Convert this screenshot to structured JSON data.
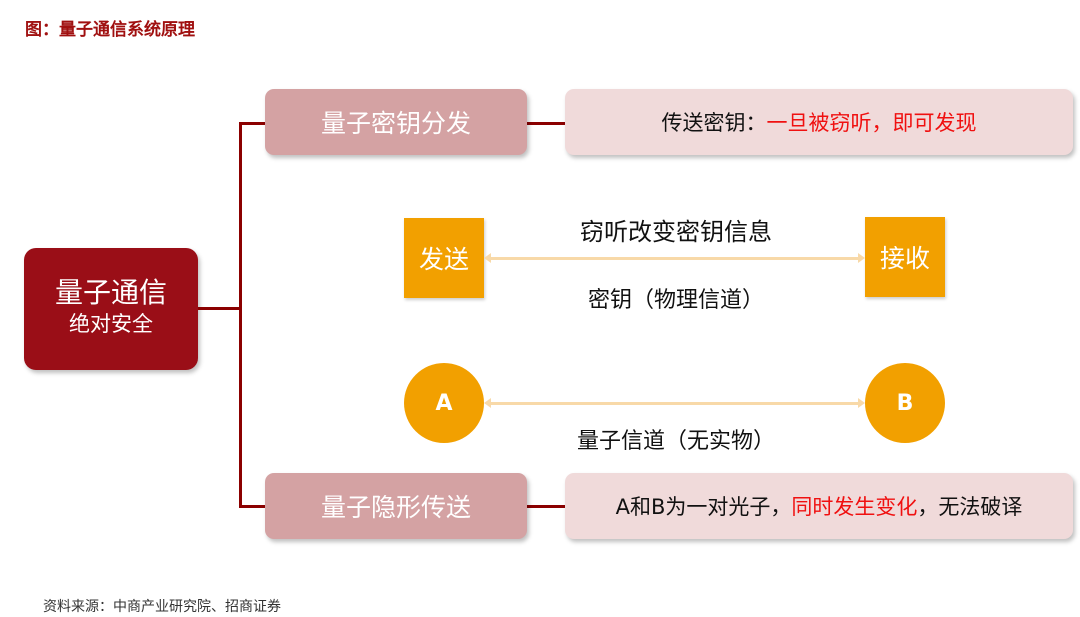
{
  "title": "图：量子通信系统原理",
  "root": {
    "main": "量子通信",
    "sub": "绝对安全"
  },
  "branches": [
    {
      "label": "量子密钥分发",
      "desc_prefix": "传送密钥：",
      "desc_highlight": "一旦被窃听，即可发现",
      "desc_suffix": ""
    },
    {
      "label": "量子隐形传送",
      "desc_prefix": "A和B为一对光子，",
      "desc_highlight": "同时发生变化",
      "desc_suffix": "，无法破译"
    }
  ],
  "physical": {
    "sender": "发送",
    "receiver": "接收",
    "warning": "窃听改变密钥信息",
    "channel": "密钥（物理信道）"
  },
  "quantum": {
    "a": "A",
    "b": "B",
    "channel": "量子信道（无实物）"
  },
  "source": "资料来源：中商产业研究院、招商证券",
  "colors": {
    "root": "#9a0e17",
    "branch": "#d4a2a3",
    "desc": "#f0dada",
    "node": "#f2a000",
    "highlight": "#f01010"
  }
}
